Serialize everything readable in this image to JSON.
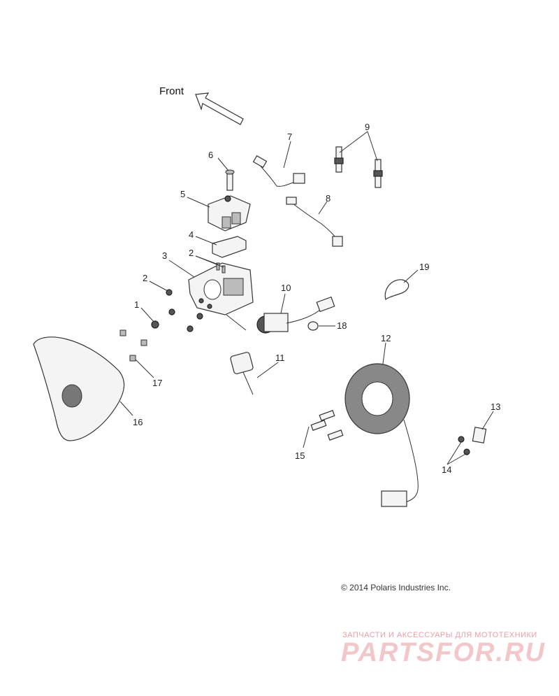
{
  "direction": {
    "label": "Front"
  },
  "callouts": [
    {
      "id": "c1",
      "label": "1"
    },
    {
      "id": "c2a",
      "label": "2"
    },
    {
      "id": "c2b",
      "label": "2"
    },
    {
      "id": "c3",
      "label": "3"
    },
    {
      "id": "c4",
      "label": "4"
    },
    {
      "id": "c5",
      "label": "5"
    },
    {
      "id": "c6",
      "label": "6"
    },
    {
      "id": "c7",
      "label": "7"
    },
    {
      "id": "c8",
      "label": "8"
    },
    {
      "id": "c9",
      "label": "9"
    },
    {
      "id": "c10",
      "label": "10"
    },
    {
      "id": "c11",
      "label": "11"
    },
    {
      "id": "c12",
      "label": "12"
    },
    {
      "id": "c13",
      "label": "13"
    },
    {
      "id": "c14",
      "label": "14"
    },
    {
      "id": "c15",
      "label": "15"
    },
    {
      "id": "c16",
      "label": "16"
    },
    {
      "id": "c17",
      "label": "17"
    },
    {
      "id": "c18",
      "label": "18"
    },
    {
      "id": "c19",
      "label": "19"
    }
  ],
  "copyright": "© 2014 Polaris Industries Inc.",
  "watermark": {
    "subtitle": "ЗАПЧАСТИ И АКСЕССУАРЫ ДЛЯ МОТОТЕХНИКИ",
    "logo": "PARTSFOR.RU"
  }
}
